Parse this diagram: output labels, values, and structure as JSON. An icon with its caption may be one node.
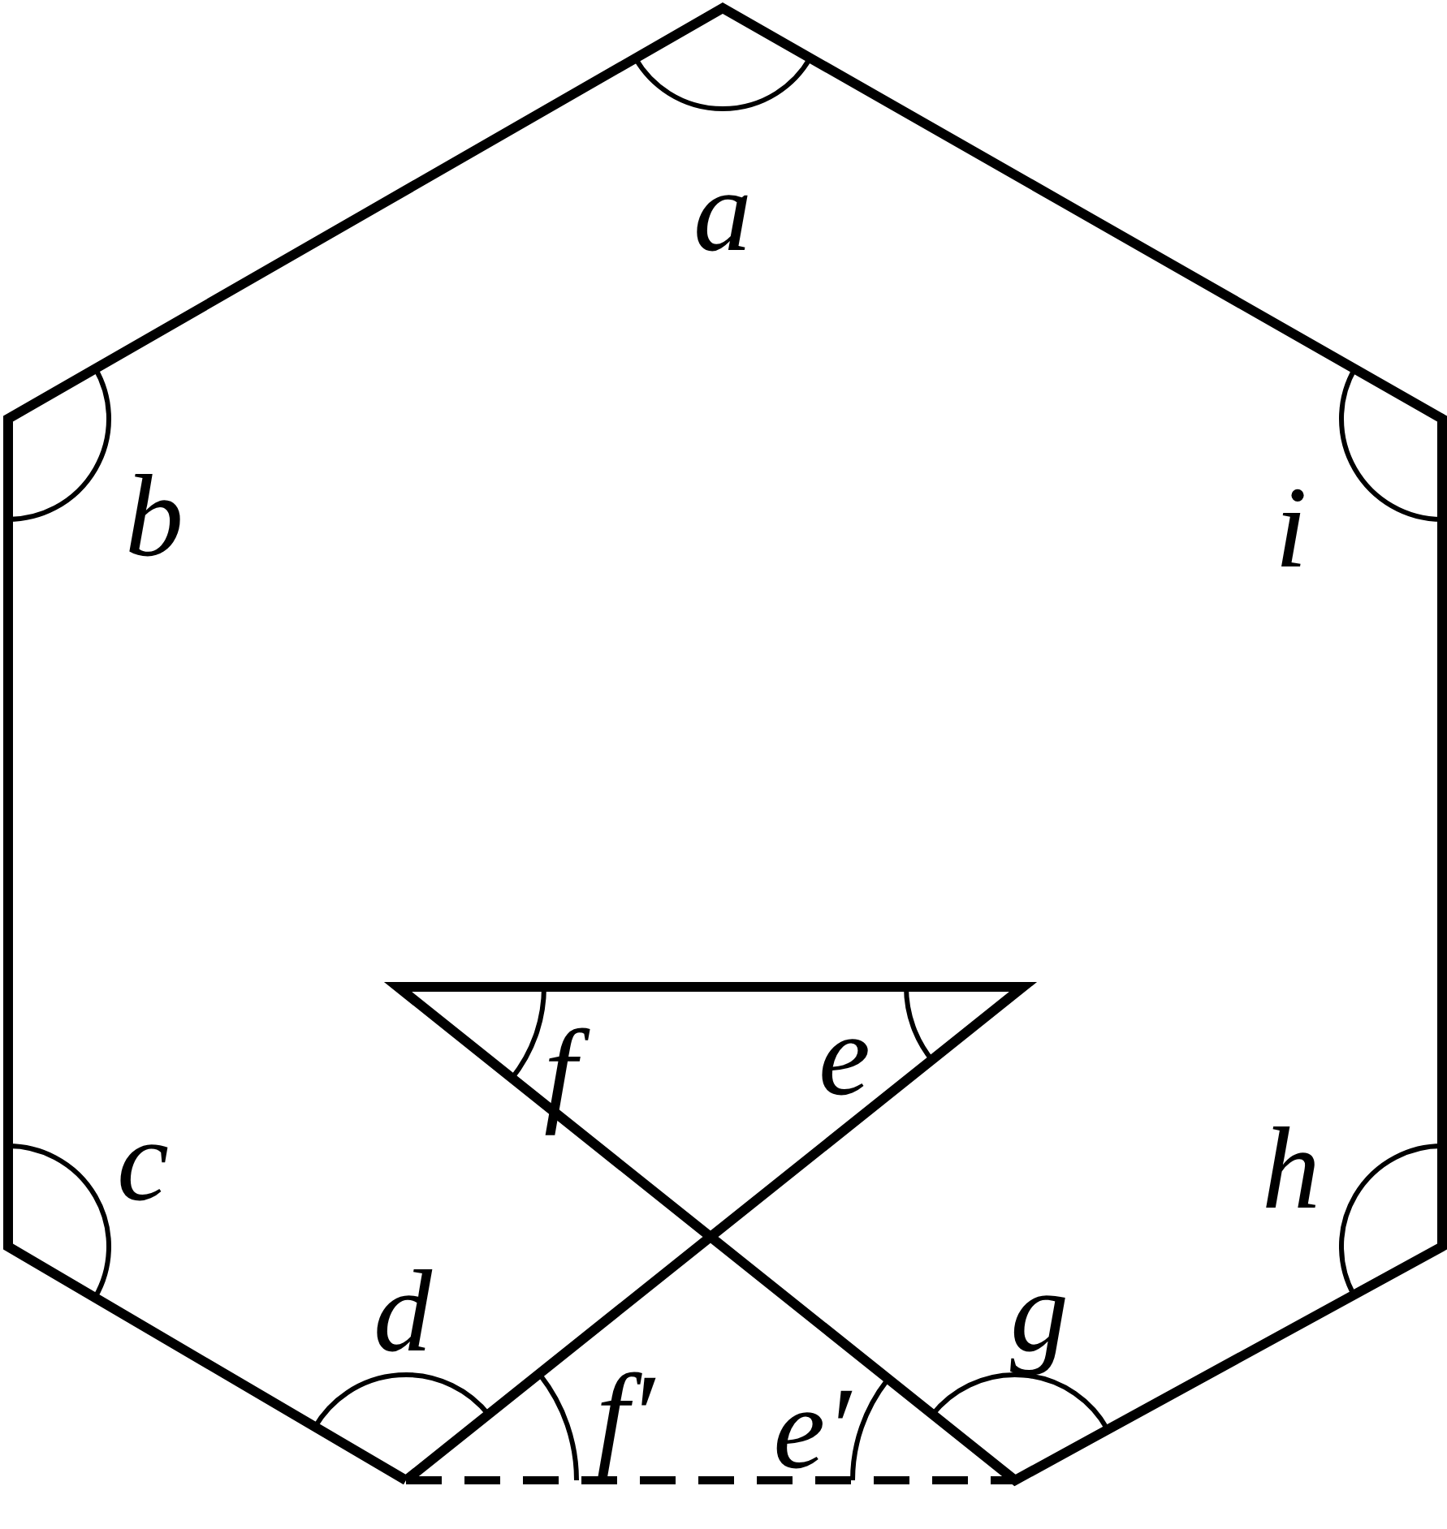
{
  "diagram": {
    "labels": [
      "a",
      "b",
      "i",
      "f",
      "e",
      "c",
      "h",
      "d",
      "g",
      "f′",
      "e′"
    ]
  }
}
